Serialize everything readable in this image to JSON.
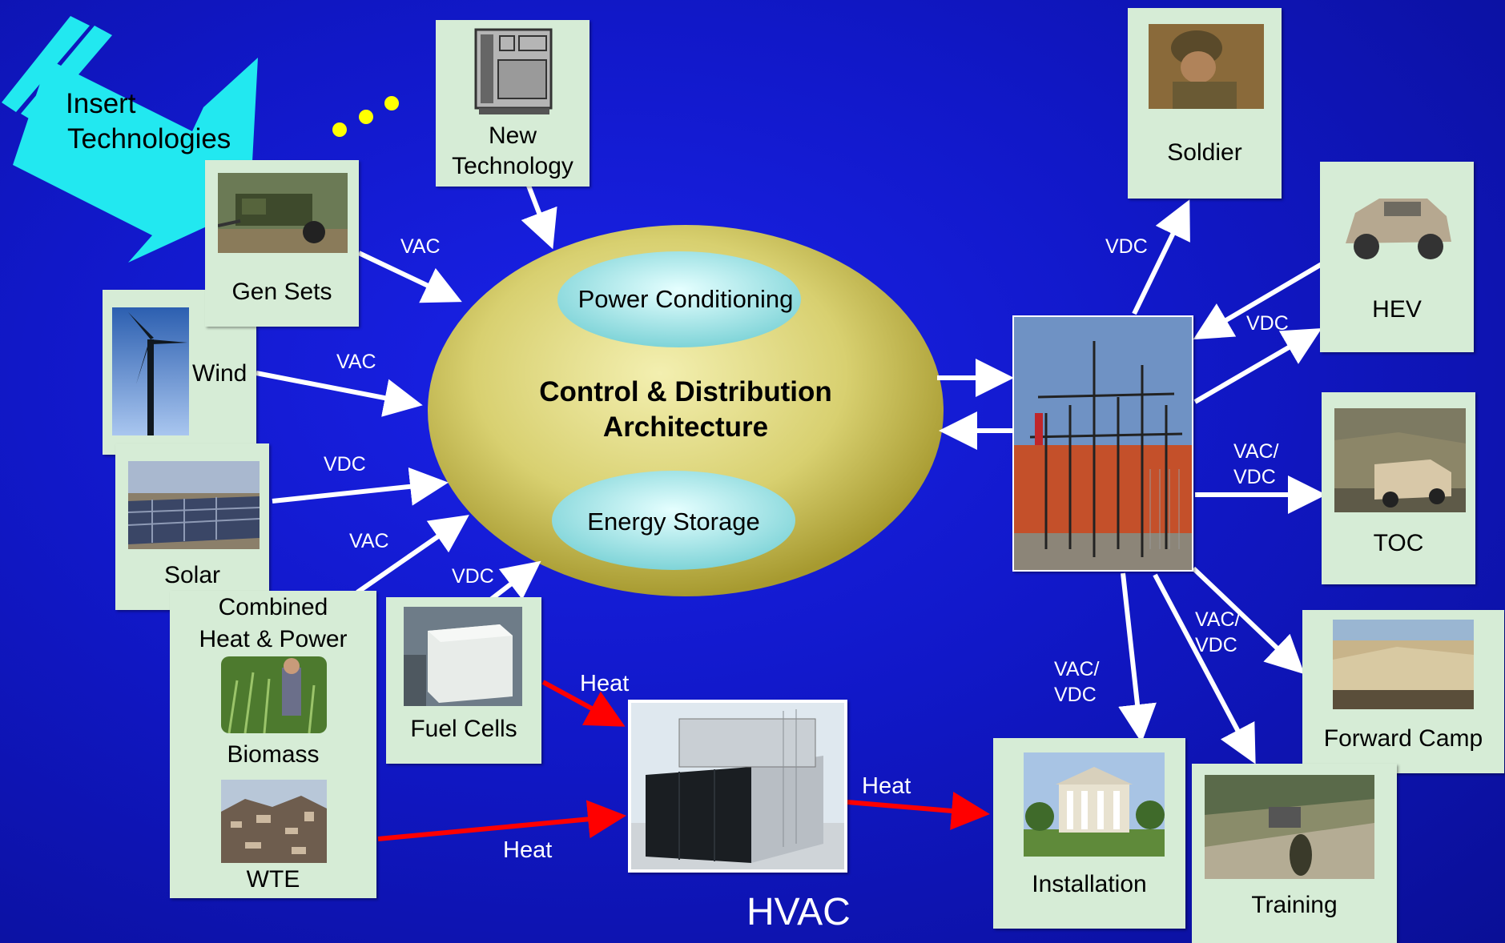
{
  "insert": {
    "line1": "Insert",
    "line2": "Technologies"
  },
  "central": {
    "title_line1": "Control & Distribution",
    "title_line2": "Architecture",
    "top_label": "Power Conditioning",
    "bottom_label": "Energy Storage"
  },
  "sources": {
    "new_technology": {
      "line1": "New",
      "line2": "Technology"
    },
    "gen_sets": "Gen Sets",
    "wind": "Wind",
    "solar": "Solar",
    "chp": {
      "line1": "Combined",
      "line2": "Heat & Power",
      "biomass": "Biomass",
      "wte": "WTE"
    },
    "fuel_cells": "Fuel Cells"
  },
  "connections": {
    "gen_sets": "VAC",
    "wind": "VAC",
    "solar": "VDC",
    "chp": "VAC",
    "fuel_cells": "VDC",
    "soldier": "VDC",
    "hev": "VDC",
    "toc_line1": "VAC/",
    "toc_line2": "VDC",
    "forward_line1": "VAC/",
    "forward_line2": "VDC",
    "install_line1": "VAC/",
    "install_line2": "VDC"
  },
  "heat": {
    "fuel_cells": "Heat",
    "chp": "Heat",
    "hvac_out": "Heat"
  },
  "hvac": "HVAC",
  "loads": {
    "soldier": "Soldier",
    "hev": "HEV",
    "toc": "TOC",
    "forward_camp": "Forward Camp",
    "installation": "Installation",
    "training": "Training"
  },
  "colors": {
    "background": "#1118c8",
    "box": "#d6ecd6",
    "arrow": "#ffffff",
    "heat_arrow": "#ff0000",
    "insert_arrow": "#22e8f0",
    "dots": "#ffff00"
  }
}
